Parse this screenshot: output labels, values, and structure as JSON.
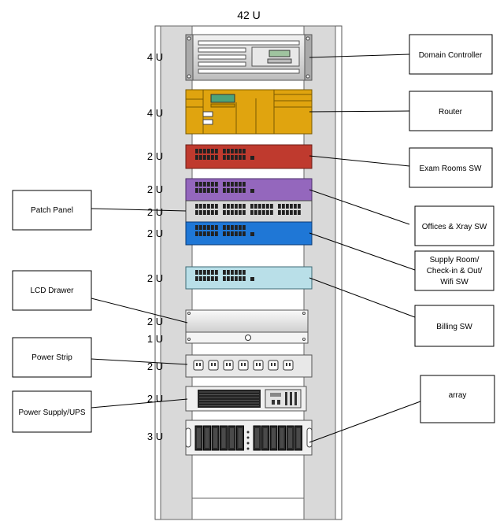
{
  "title": "42 U",
  "units": {
    "domain_controller": "4 U",
    "router": "4 U",
    "exam_rooms": "2 U",
    "offices": "2 U",
    "patch_panel": "2 U",
    "supply_room": "2 U",
    "billing": "2 U",
    "lcd_a": "2 U",
    "lcd_b": "1 U",
    "power_strip": "2 U",
    "ups": "2 U",
    "array": "3 U"
  },
  "labels": {
    "domain_controller": "Domain Controller",
    "router": "Router",
    "exam_rooms": "Exam Rooms SW",
    "offices": "Offices & Xray SW",
    "supply_line1": "Supply Room/",
    "supply_line2": "Check-in & Out/",
    "supply_line3": "Wifi SW",
    "billing": "Billing SW",
    "array": "array",
    "patch_panel": "Patch Panel",
    "lcd_drawer": "LCD Drawer",
    "power_strip": "Power Strip",
    "power_supply": "Power Supply/UPS"
  },
  "colors": {
    "router": "#e0a40f",
    "exam_rooms": "#bf3a2e",
    "offices": "#9467bd",
    "patch_panel": "#d8d8d8",
    "supply_room": "#1f77d6",
    "billing": "#b9dfe8",
    "rack": "#d9d9d9"
  }
}
